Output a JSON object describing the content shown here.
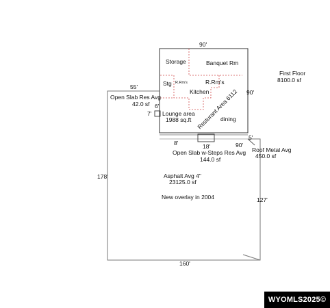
{
  "floor": {
    "name": "First Floor",
    "area": "8100.0 sf"
  },
  "building": {
    "top_dim": "90'",
    "right_dim": "90'",
    "bottom_dim": "90'",
    "bottom_left_dim": "8'",
    "bottom_mid_dim": "18'",
    "notch_dim": "5'"
  },
  "rooms": {
    "storage": "Storage",
    "banquet": "Banquet Rm",
    "stg": "Stg",
    "rrms_small": "R.Rm's",
    "rrms": "R.Rm's",
    "kitchen": "Kitchen",
    "restaurant": "Resturant Area 6112",
    "lounge": "Lounge area",
    "lounge_area": "1988 sq.ft",
    "dining": "dining"
  },
  "open_slab": {
    "name": "Open Slab Res Avg",
    "area": "42.0 sf",
    "top_dim": "55'",
    "dim_6": "6'",
    "dim_7": "7'"
  },
  "open_slab_steps": {
    "name": "Open Slab w-Steps Res Avg",
    "area": "144.0 sf"
  },
  "roof_metal": {
    "name": "Roof Metal Avg",
    "area": "450.0 sf"
  },
  "asphalt": {
    "name": "Asphalt Avg 4\"",
    "area": "23125.0 sf",
    "note": "New overlay in 2004",
    "left_dim": "178'",
    "right_dim": "127'",
    "bottom_dim": "160'"
  },
  "watermark": "WYOMLS2025©"
}
